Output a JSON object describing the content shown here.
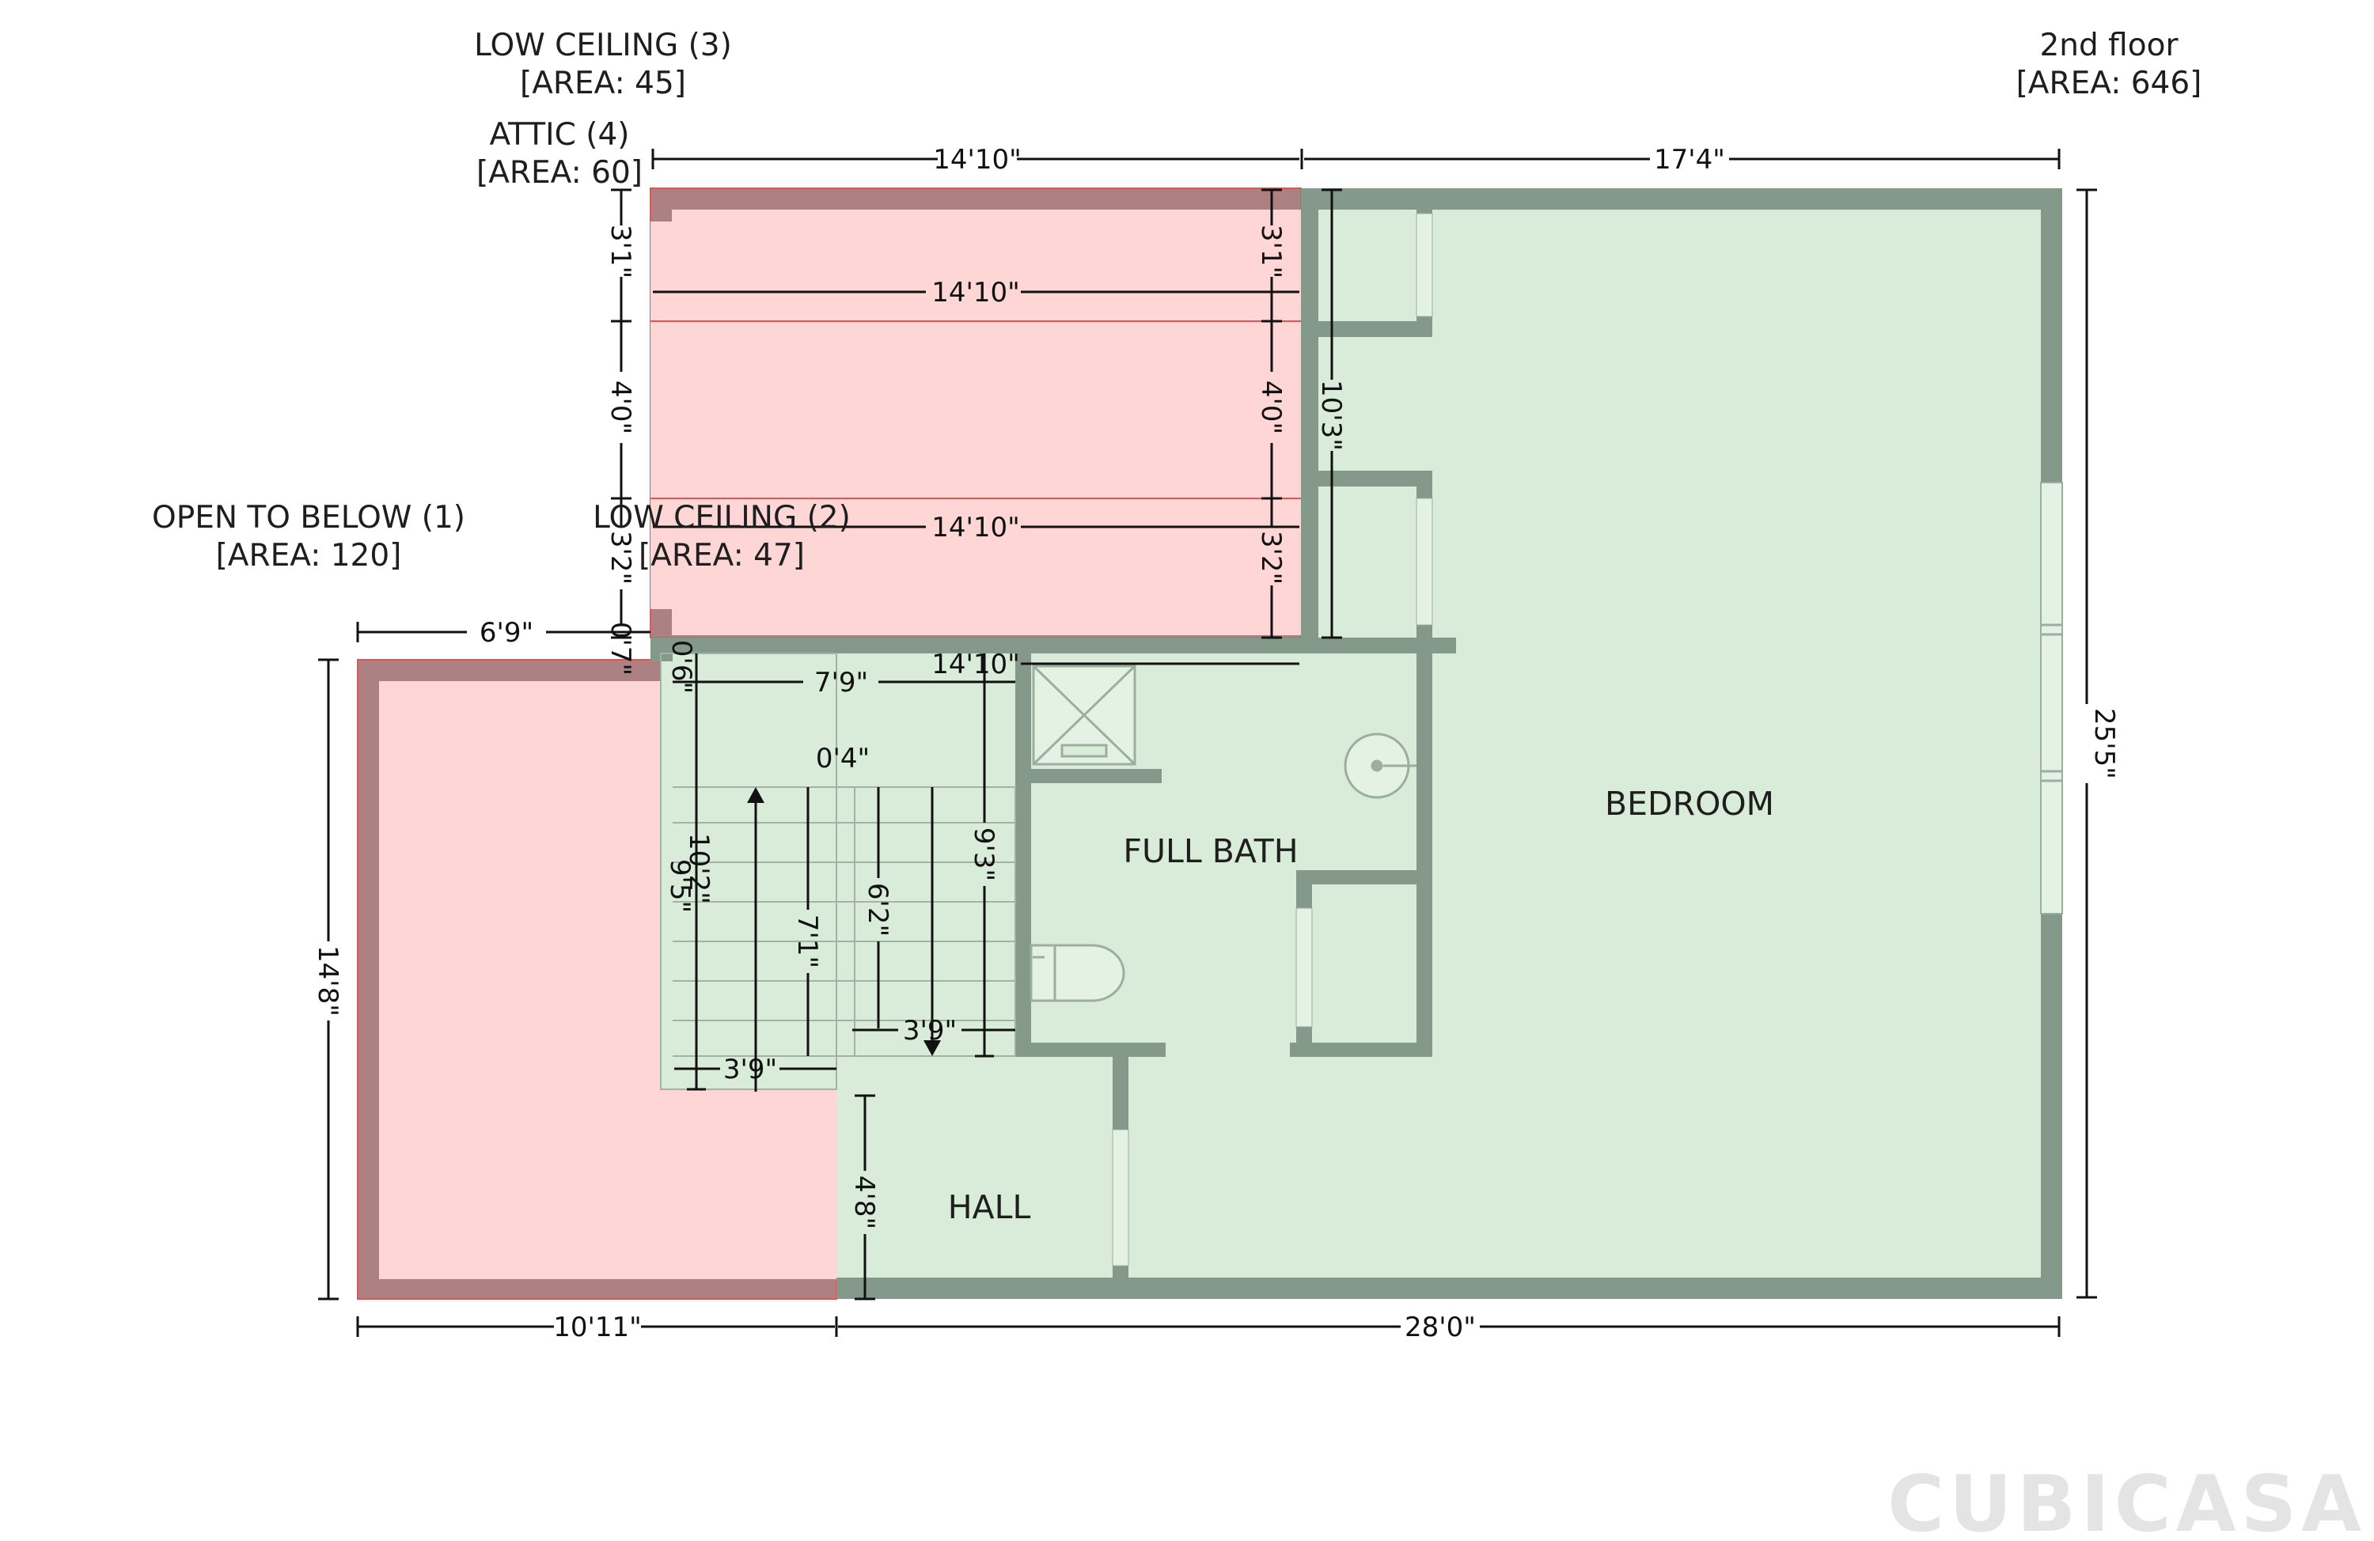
{
  "floor": {
    "name": "2nd floor",
    "area": "[AREA: 646]"
  },
  "rooms": {
    "bedroom": "BEDROOM",
    "full_bath": "FULL BATH",
    "hall": "HALL"
  },
  "zones": {
    "low_ceiling_3": {
      "name": "LOW CEILING (3)",
      "area": "[AREA: 45]"
    },
    "attic_4": {
      "name": "ATTIC (4)",
      "area": "[AREA: 60]"
    },
    "open_to_below_1": {
      "name": "OPEN TO BELOW (1)",
      "area": "[AREA: 120]"
    },
    "low_ceiling_2": {
      "name": "LOW CEILING (2)",
      "area": "[AREA: 47]"
    }
  },
  "dimensions": {
    "top_left": "14'10\"",
    "top_right": "17'4\"",
    "right_side": "25'5\"",
    "bottom_left": "10'11\"",
    "bottom_right": "28'0\"",
    "left_side": "14'8\"",
    "open_top": "6'9\"",
    "attic_row_1": "14'10\"",
    "attic_row_2": "14'10\"",
    "attic_row_3": "14'10\"",
    "attic_left_1": "3'1\"",
    "attic_left_2": "4'0\"",
    "attic_left_3": "3'2\"",
    "attic_left_4": "0'7\"",
    "attic_right_1": "3'1\"",
    "attic_right_2": "4'0\"",
    "attic_right_3": "3'2\"",
    "closet_height": "10'3\"",
    "stair_top": "7'9\"",
    "stair_small": "0'4\"",
    "stair_6": "0'6\"",
    "stair_102": "10'2\"",
    "stair_95": "9'5\"",
    "stair_71": "7'1\"",
    "stair_62": "6'2\"",
    "stair_93": "9'3\"",
    "stair_w1": "3'9\"",
    "stair_w2": "3'9\"",
    "hall_h": "4'8\""
  },
  "watermark": "CUBICASA",
  "colors": {
    "room_fill": "#d9ecd9",
    "wall": "#84998a",
    "zone_fill": "#ffd6d6",
    "zone_wall": "#ad8181",
    "zone_line": "#e05555"
  }
}
